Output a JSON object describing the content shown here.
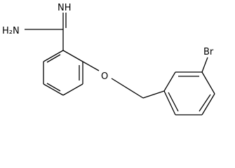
{
  "structure": {
    "atoms": {
      "imine_n": "NH",
      "amine_n": "H2N",
      "ether_o": "O",
      "halogen": "Br"
    }
  },
  "colors": {
    "background": "#ffffff",
    "ink": "#000000"
  }
}
